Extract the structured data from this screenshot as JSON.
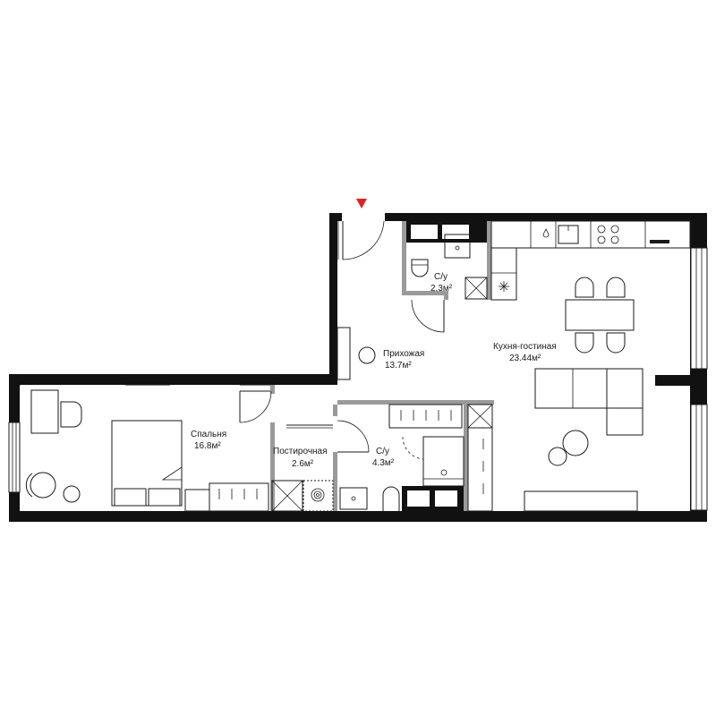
{
  "rooms": [
    {
      "id": "hall",
      "name": "Прихожая",
      "area": "13.7м²"
    },
    {
      "id": "wc1",
      "name": "С/у",
      "area": "2.3м²"
    },
    {
      "id": "kitchen",
      "name": "Кухня-гостиная",
      "area": "23.44м²"
    },
    {
      "id": "bedroom",
      "name": "Спальня",
      "area": "16.8м²"
    },
    {
      "id": "laundry",
      "name": "Постирочная",
      "area": "2.6м²"
    },
    {
      "id": "wc2",
      "name": "С/у",
      "area": "4.3м²"
    }
  ],
  "colors": {
    "wall": "#111111",
    "partition": "#9a9a9a",
    "entrance_marker": "#e02020",
    "background": "#ffffff"
  },
  "icons": [
    "entrance-marker-icon"
  ]
}
